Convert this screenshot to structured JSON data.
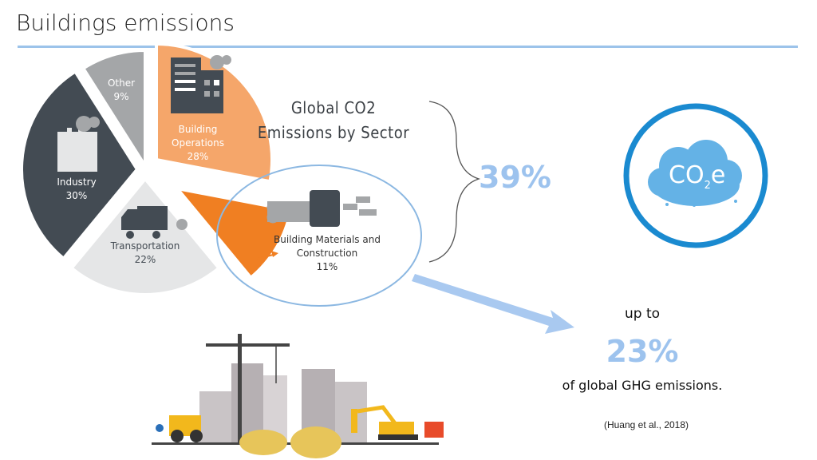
{
  "slide": {
    "title": "Buildings emissions"
  },
  "chart_data": {
    "type": "pie",
    "title": "Global CO2 Emissions by Sector",
    "slices": [
      {
        "name": "Building Operations",
        "label_lines": [
          "Building",
          "Operations"
        ],
        "value": 28,
        "value_label": "28%",
        "color": "#f5a66a"
      },
      {
        "name": "Building Materials and Construction",
        "label_lines": [
          "Building Materials and",
          "Construction"
        ],
        "value": 11,
        "value_label": "11%",
        "color": "#f07f22"
      },
      {
        "name": "Transportation",
        "label_lines": [
          "Transportation"
        ],
        "value": 22,
        "value_label": "22%",
        "color": "#e5e6e7"
      },
      {
        "name": "Industry",
        "label_lines": [
          "Industry"
        ],
        "value": 30,
        "value_label": "30%",
        "color": "#434b53"
      },
      {
        "name": "Other",
        "label_lines": [
          "Other"
        ],
        "value": 9,
        "value_label": "9%",
        "color": "#a4a6a8"
      }
    ]
  },
  "summary": {
    "buildings_share": "39%",
    "up_to": "up to",
    "ghg_share": "23%",
    "ghg_text": "of global GHG emissions.",
    "citation": "(Huang et al., 2018)"
  },
  "co2_icon": {
    "base": "CO",
    "sub": "2",
    "suffix": "e",
    "color": "#1a8ad0"
  },
  "accent": "#9dc3ee"
}
